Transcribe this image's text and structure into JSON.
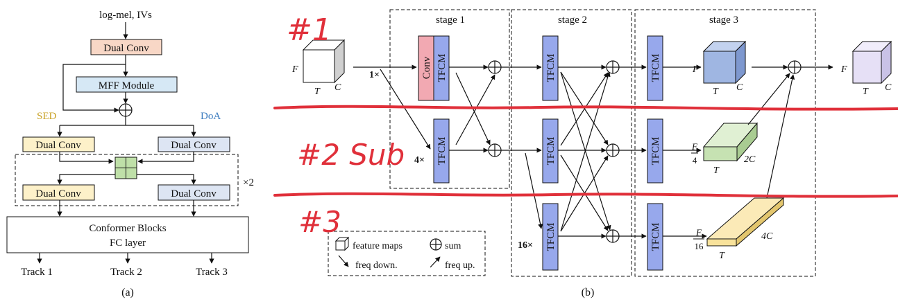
{
  "panel_a": {
    "input_label": "log-mel, IVs",
    "dual_conv_top": "Dual Conv",
    "mff_module": "MFF Module",
    "sed_label": "SED",
    "doa_label": "DoA",
    "dual_conv_sed_1": "Dual Conv",
    "dual_conv_doa_1": "Dual Conv",
    "dual_conv_sed_2": "Dual Conv",
    "dual_conv_doa_2": "Dual Conv",
    "repeat_label": "×2",
    "conformer_line1": "Conformer Blocks",
    "conformer_line2": "FC layer",
    "track1": "Track 1",
    "track2": "Track 2",
    "track3": "Track 3",
    "caption": "(a)"
  },
  "panel_b": {
    "stage1": "stage 1",
    "stage2": "stage 2",
    "stage3": "stage 3",
    "conv": "Conv",
    "tfcm": "TFCM",
    "ratio_1": "1×",
    "ratio_4": "4×",
    "ratio_16": "16×",
    "axis_f": "F",
    "axis_t": "T",
    "axis_c": "C",
    "axis_2c": "2C",
    "axis_4c": "4C",
    "frac_num": "F",
    "frac_den_4": "4",
    "frac_den_16": "16",
    "legend_feature_maps": "feature maps",
    "legend_sum": "sum",
    "legend_freq_down": "freq down.",
    "legend_freq_up": "freq up.",
    "caption": "(b)"
  },
  "annotations": {
    "hash1": "#1",
    "hash2": "#2 Sub",
    "hash3": "#3"
  },
  "colors": {
    "dual_conv_top": "#f8d7c6",
    "mff_module": "#d6e8f5",
    "sed_conv": "#fdf1c9",
    "doa_conv": "#dde5f3",
    "grid_green": "#bfe0a8",
    "sed_text": "#c9a227",
    "doa_text": "#3b7bbf",
    "tfcm_blue": "#97a8ec",
    "conv_pink": "#f2a9b2",
    "cube_blue": "#9fb6e2",
    "cube_green": "#c6e2b2",
    "cube_yellow": "#f8e29b",
    "cube_lilac": "#e6e0f6",
    "annotation_red": "#e0303a"
  }
}
